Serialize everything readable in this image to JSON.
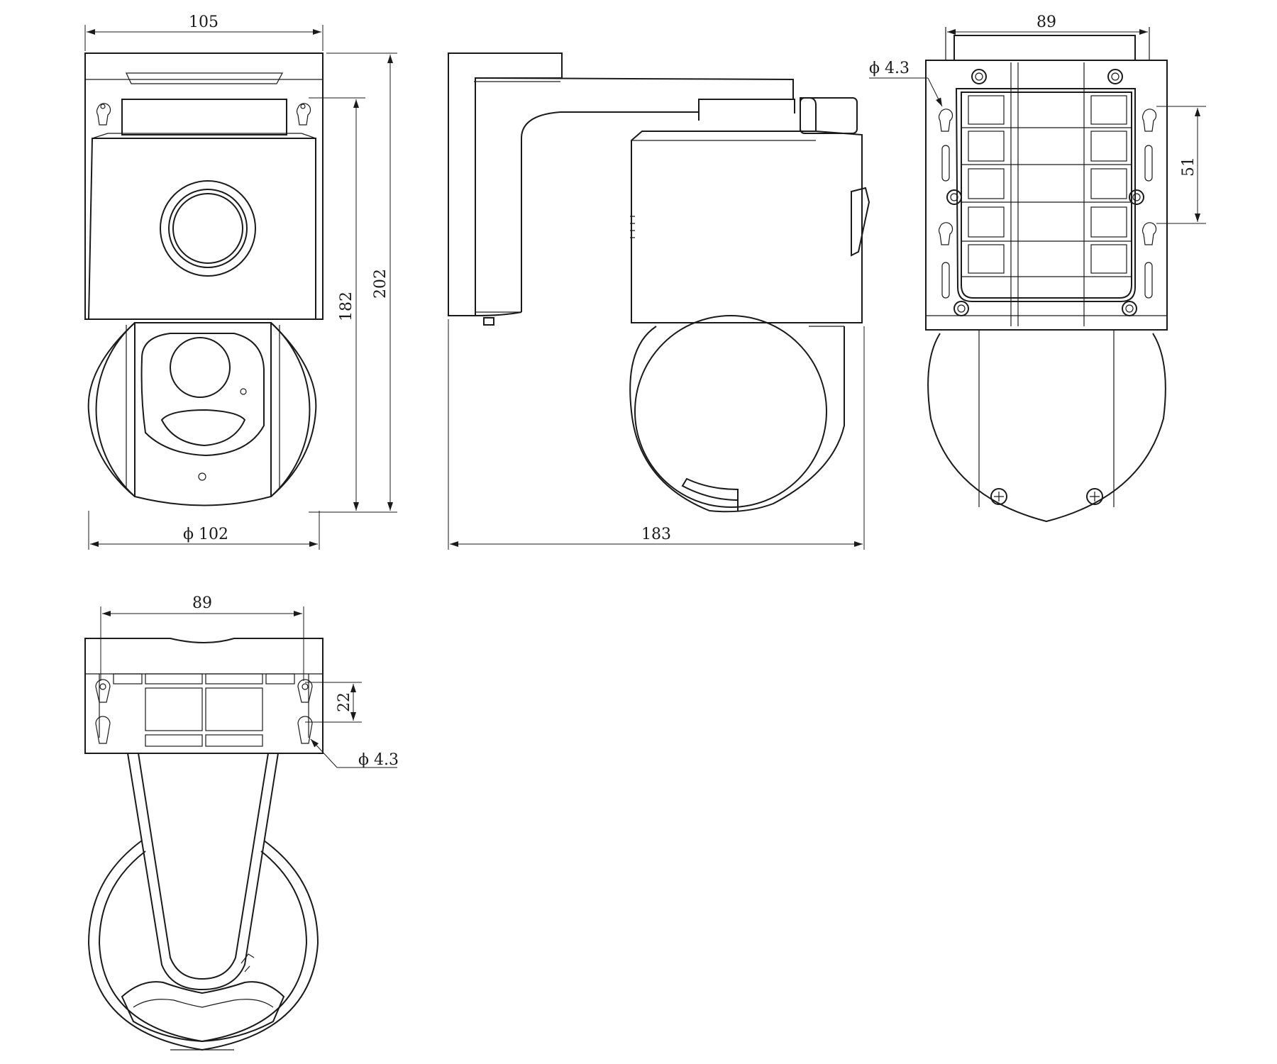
{
  "dimensions": {
    "front_width": "105",
    "front_diameter": "ϕ 102",
    "front_height_inner": "182",
    "front_height_total": "202",
    "side_depth": "183",
    "rear_width": "89",
    "rear_hole_spacing": "51",
    "rear_hole_diameter": "ϕ 4.3",
    "top_width": "89",
    "top_hole_spacing": "22",
    "top_hole_diameter": "ϕ 4.3"
  },
  "colors": {
    "line": "#1a1a1a",
    "background": "#ffffff"
  }
}
